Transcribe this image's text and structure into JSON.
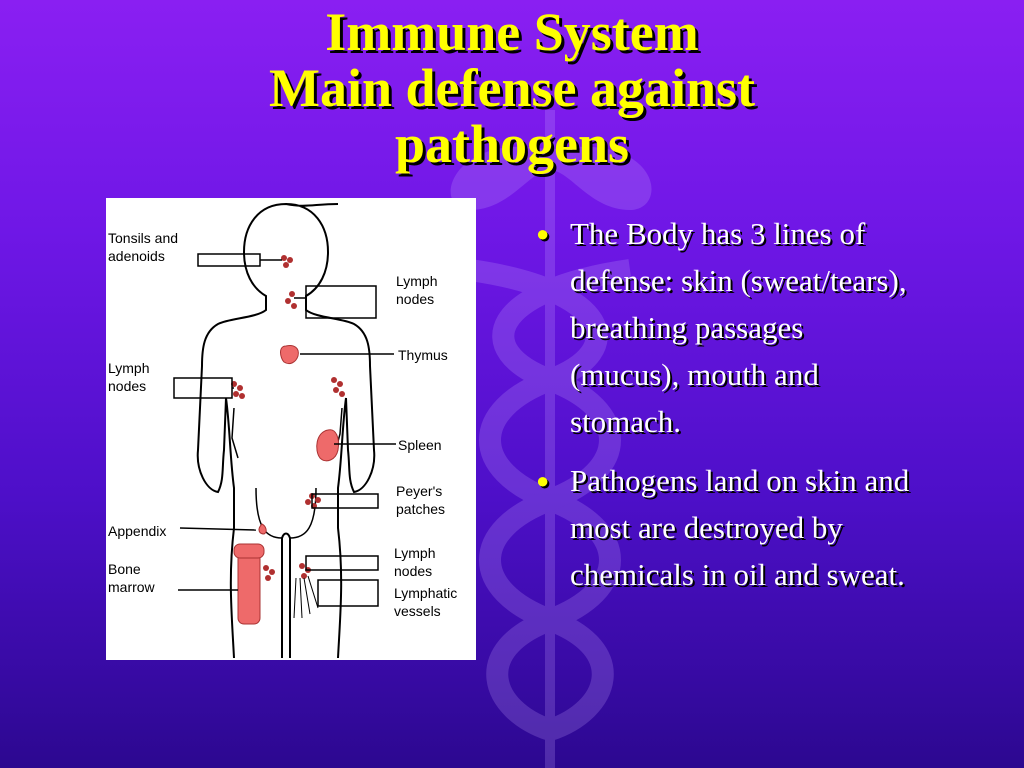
{
  "title": {
    "line1": "Immune System",
    "line2": "Main defense against",
    "line3": "pathogens"
  },
  "diagram": {
    "labels": {
      "tonsils_line1": "Tonsils and",
      "tonsils_line2": "adenoids",
      "lymph_nodes_neck_line1": "Lymph",
      "lymph_nodes_neck_line2": "nodes",
      "thymus": "Thymus",
      "lymph_nodes_arm_line1": "Lymph",
      "lymph_nodes_arm_line2": "nodes",
      "spleen": "Spleen",
      "peyers_line1": "Peyer's",
      "peyers_line2": "patches",
      "appendix": "Appendix",
      "bone_marrow_line1": "Bone",
      "bone_marrow_line2": "marrow",
      "lymph_nodes_groin_line1": "Lymph",
      "lymph_nodes_groin_line2": "nodes",
      "lymphatic_line1": "Lymphatic",
      "lymphatic_line2": "vessels"
    },
    "colors": {
      "organ": "#ee6a6a",
      "node": "#b03030",
      "outline": "#000000"
    }
  },
  "bullets": [
    {
      "marker": "●",
      "text": "The Body has 3 lines of defense: skin (sweat/tears), breathing passages (mucus), mouth and stomach."
    },
    {
      "marker": "●",
      "text": "Pathogens land on skin and most are destroyed by chemicals in oil and sweat."
    }
  ],
  "theme": {
    "title_color": "#ffff00",
    "text_color": "#ffffff",
    "bullet_color": "#ffff00"
  }
}
